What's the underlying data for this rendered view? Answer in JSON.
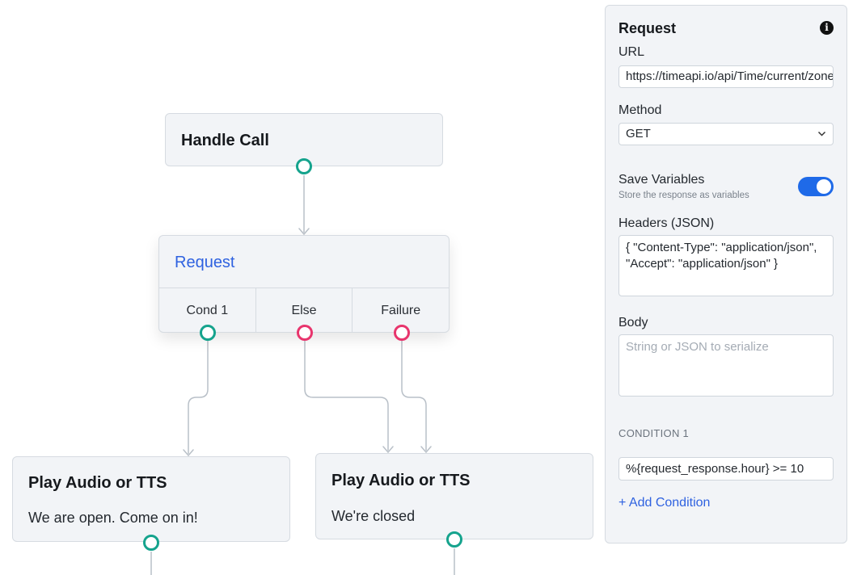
{
  "flow": {
    "handle_call": {
      "title": "Handle Call"
    },
    "request": {
      "title": "Request",
      "branches": [
        "Cond 1",
        "Else",
        "Failure"
      ]
    },
    "play_open": {
      "title": "Play Audio or TTS",
      "text": "We are open. Come on in!"
    },
    "play_closed": {
      "title": "Play Audio or TTS",
      "text": "We're closed"
    }
  },
  "colors": {
    "port_ok": "#15a38d",
    "port_error": "#e8356d",
    "accent": "#2f62e0",
    "toggle_on": "#1f6ae8"
  },
  "panel": {
    "title": "Request",
    "info_icon": "info-icon",
    "url_label": "URL",
    "url_value": "https://timeapi.io/api/Time/current/zone?timeZone=America/New_York",
    "method_label": "Method",
    "method_value": "GET",
    "save_vars_label": "Save Variables",
    "save_vars_sub": "Store the response as variables",
    "save_vars_on": true,
    "headers_label": "Headers (JSON)",
    "headers_value": "{ \"Content-Type\": \"application/json\", \"Accept\": \"application/json\" }",
    "body_label": "Body",
    "body_placeholder": "String or JSON to serialize",
    "condition_heading": "CONDITION 1",
    "condition_value": "%{request_response.hour} >= 10",
    "add_condition": "+ Add Condition"
  }
}
